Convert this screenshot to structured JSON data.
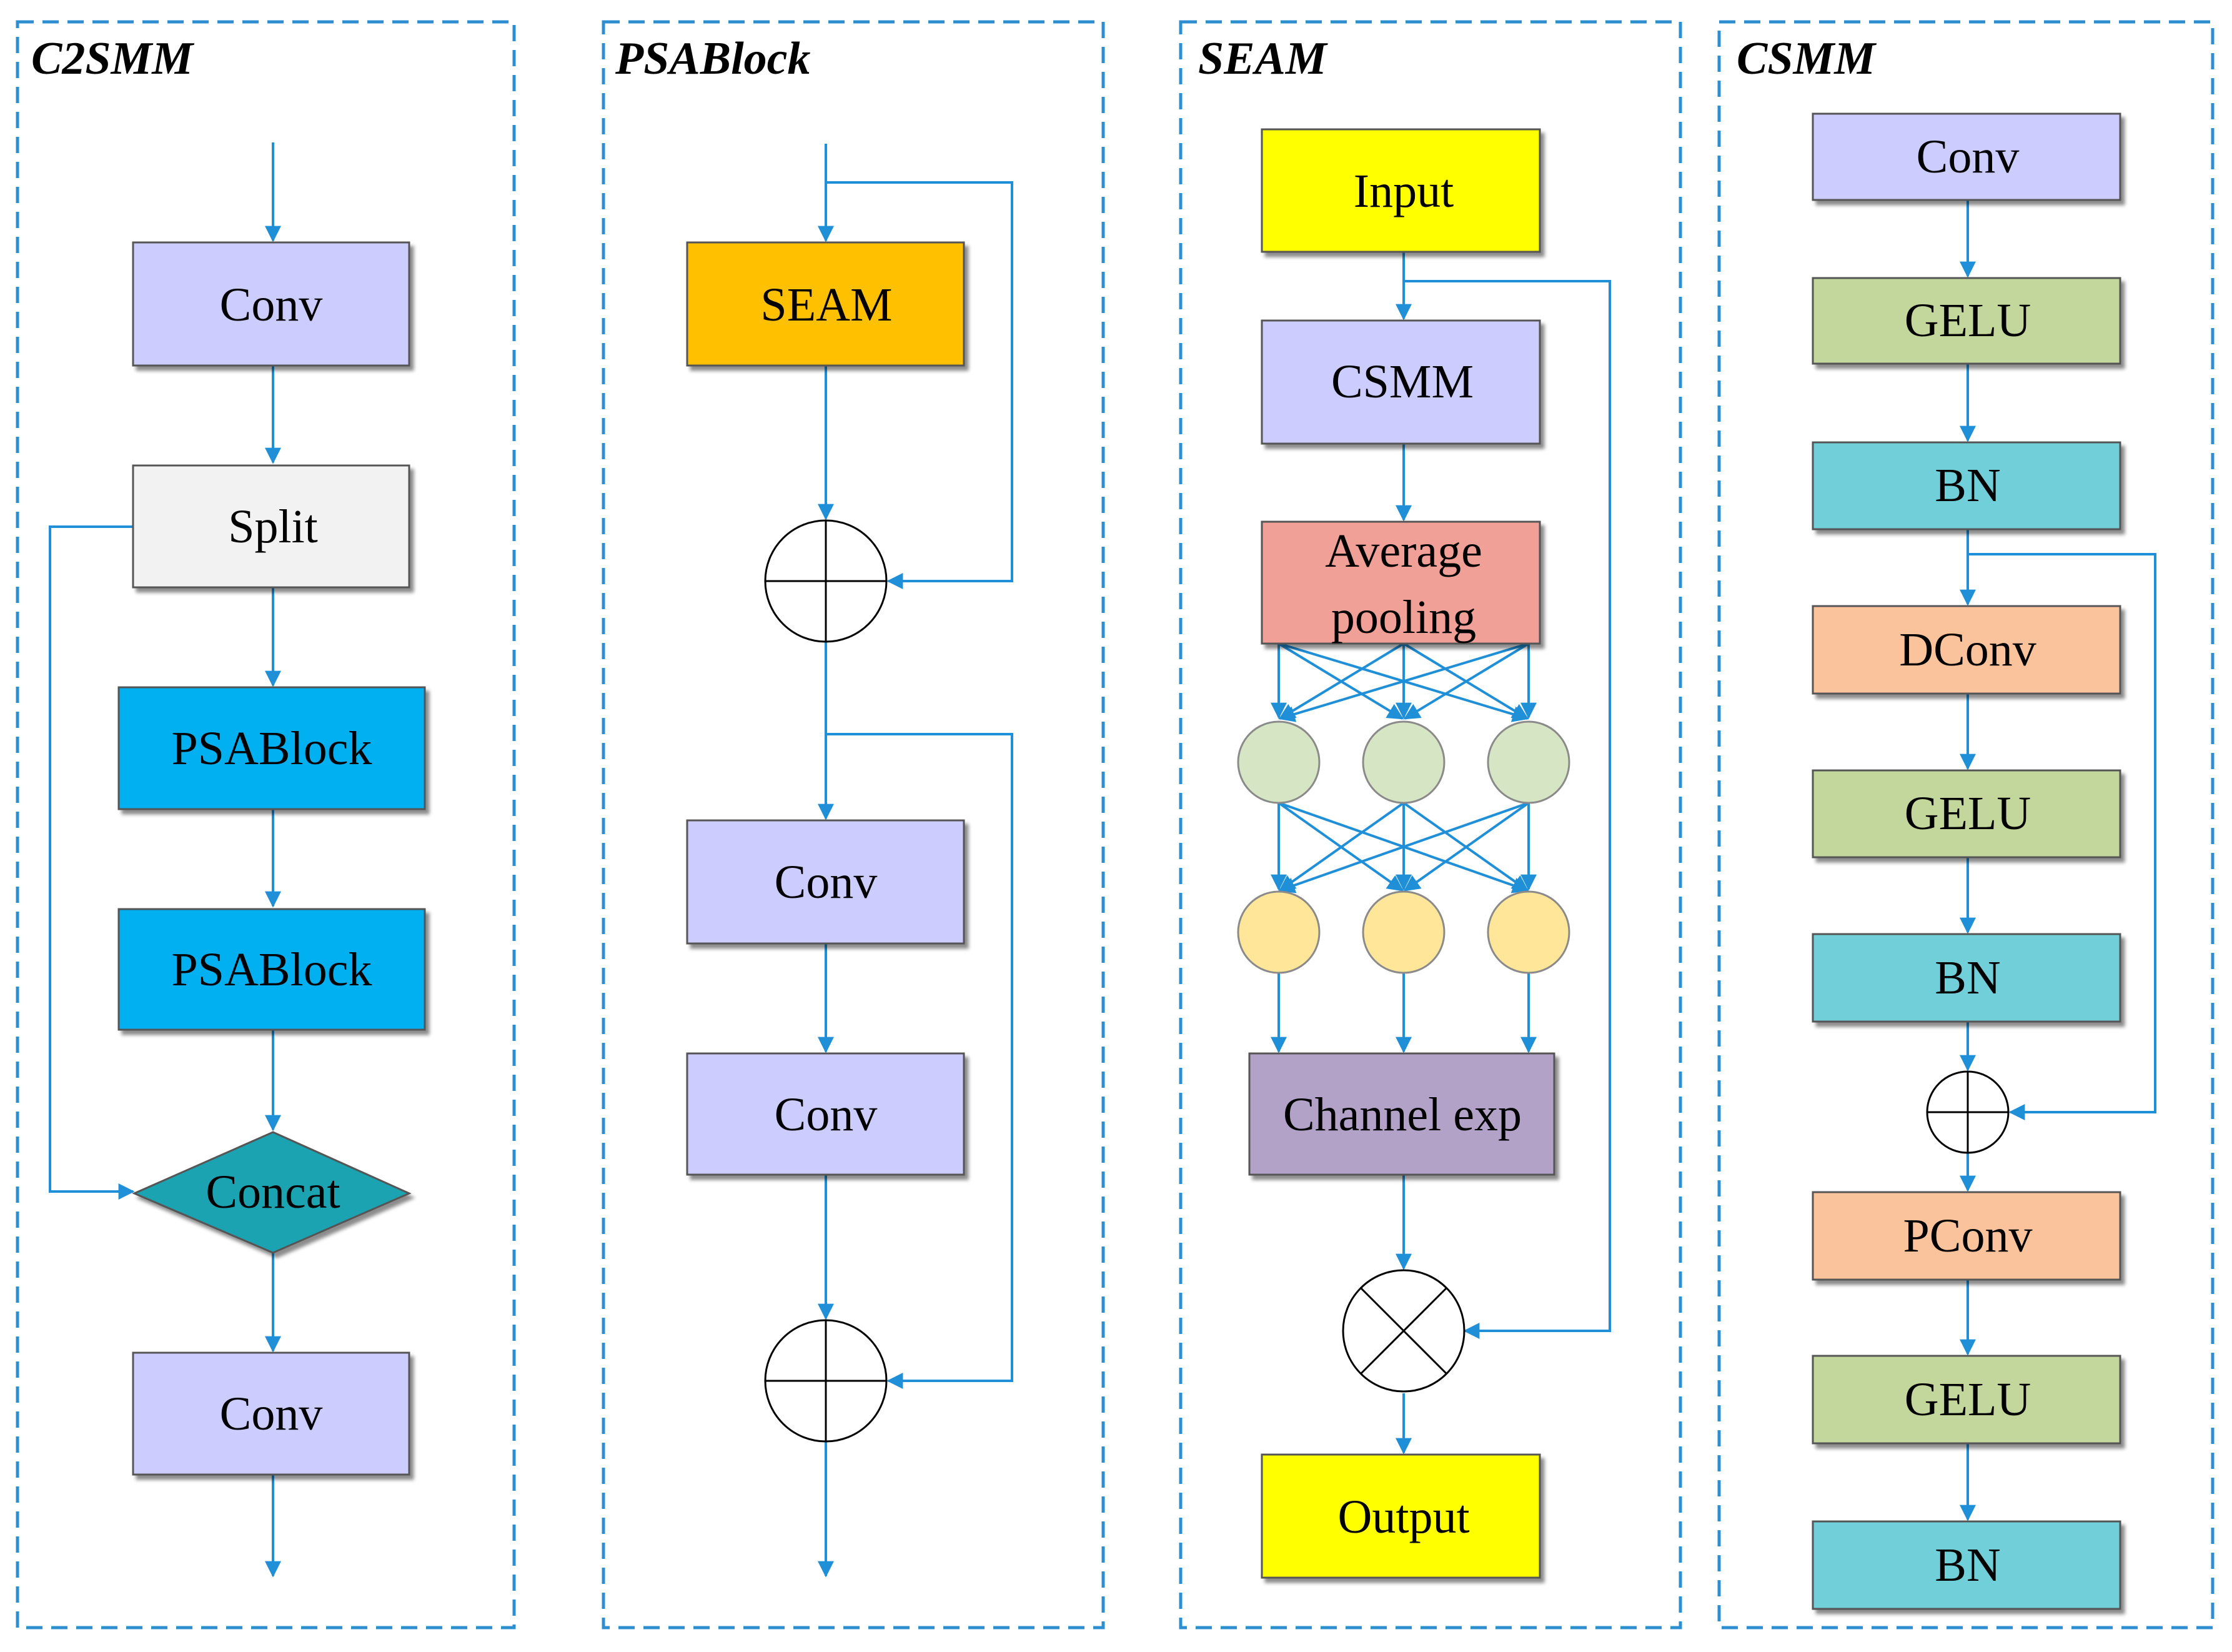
{
  "panels": {
    "c2smm": {
      "title": "C2SMM",
      "conv_top": "Conv",
      "split": "Split",
      "psablock_1": "PSABlock",
      "psablock_2": "PSABlock",
      "concat": "Concat",
      "conv_bottom": "Conv"
    },
    "psablock": {
      "title": "PSABlock",
      "seam": "SEAM",
      "conv_1": "Conv",
      "conv_2": "Conv"
    },
    "seam": {
      "title": "SEAM",
      "input": "Input",
      "csmm": "CSMM",
      "avg_pool_line1": "Average",
      "avg_pool_line2": "pooling",
      "channel_exp": "Channel exp",
      "output": "Output"
    },
    "csmm": {
      "title": "CSMM",
      "conv": "Conv",
      "gelu_1": "GELU",
      "bn_1": "BN",
      "dconv": "DConv",
      "gelu_2": "GELU",
      "bn_2": "BN",
      "pconv": "PConv",
      "gelu_3": "GELU",
      "bn_3": "BN"
    }
  },
  "colors": {
    "frame": "#2E8FD0",
    "wire": "#1F8FD8",
    "conv": "#CCCCFF",
    "split": "#F2F2F2",
    "psablock": "#00B0F0",
    "concat": "#1BA3B2",
    "seam": "#FFC000",
    "io": "#FFFF00",
    "avg_pool": "#F0A097",
    "channel_exp": "#B3A2C7",
    "node_green": "#D6E6C4",
    "node_yellow": "#FFE699",
    "gelu": "#C3D69B",
    "bn": "#6FCFD8",
    "dconv": "#FBC39C"
  }
}
